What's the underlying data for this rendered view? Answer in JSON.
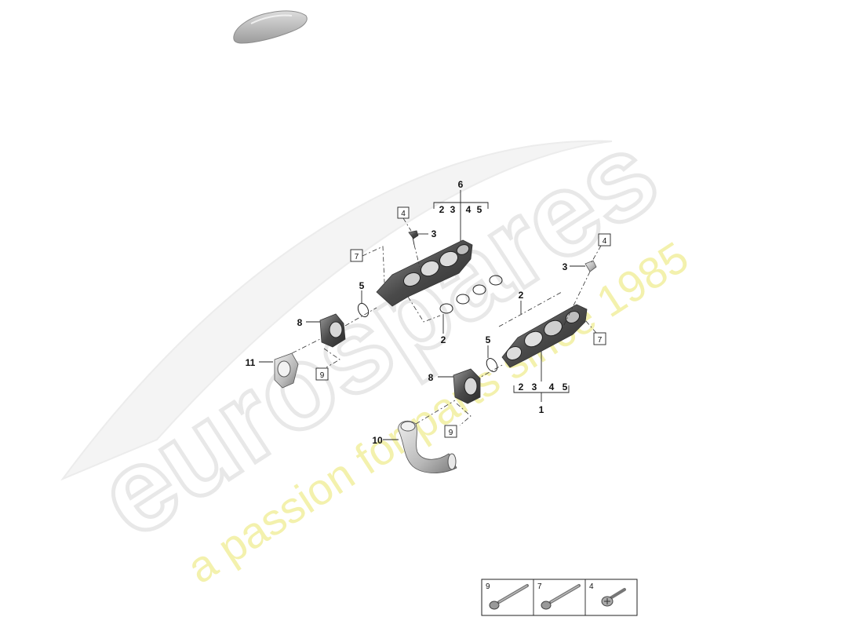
{
  "watermark": {
    "brand": "eurospares",
    "tagline": "a passion for parts since 1985"
  },
  "callouts": {
    "upper_assembly": "6",
    "upper_assembly_subs": [
      "2",
      "3",
      "4",
      "5"
    ],
    "lower_assembly": "1",
    "lower_assembly_subs": [
      "2",
      "3",
      "4",
      "5"
    ],
    "upper_sensor": "3",
    "upper_sensor_box": "4",
    "upper_bolt_box": "7",
    "upper_oring": "5",
    "upper_throttle": "8",
    "upper_throttle_box": "9",
    "upper_elbow": "11",
    "upper_gaskets": "2",
    "lower_sensor": "3",
    "lower_sensor_box": "4",
    "lower_gasket_line": "2",
    "lower_bolt_box": "7",
    "lower_oring": "5",
    "lower_throttle": "8",
    "lower_throttle_box": "9",
    "lower_pipe": "10"
  },
  "fastener_legend": [
    {
      "number": "9",
      "icon": "long-bolt-icon"
    },
    {
      "number": "7",
      "icon": "long-bolt-icon"
    },
    {
      "number": "4",
      "icon": "short-screw-icon"
    }
  ],
  "icons": {
    "vehicle": "car-silhouette-icon"
  },
  "colors": {
    "parts_dark": "#4a4a4a",
    "parts_light": "#cfcfcf",
    "watermark_grey": "#e6e6e6",
    "watermark_yellow": "#f2ef9f"
  }
}
